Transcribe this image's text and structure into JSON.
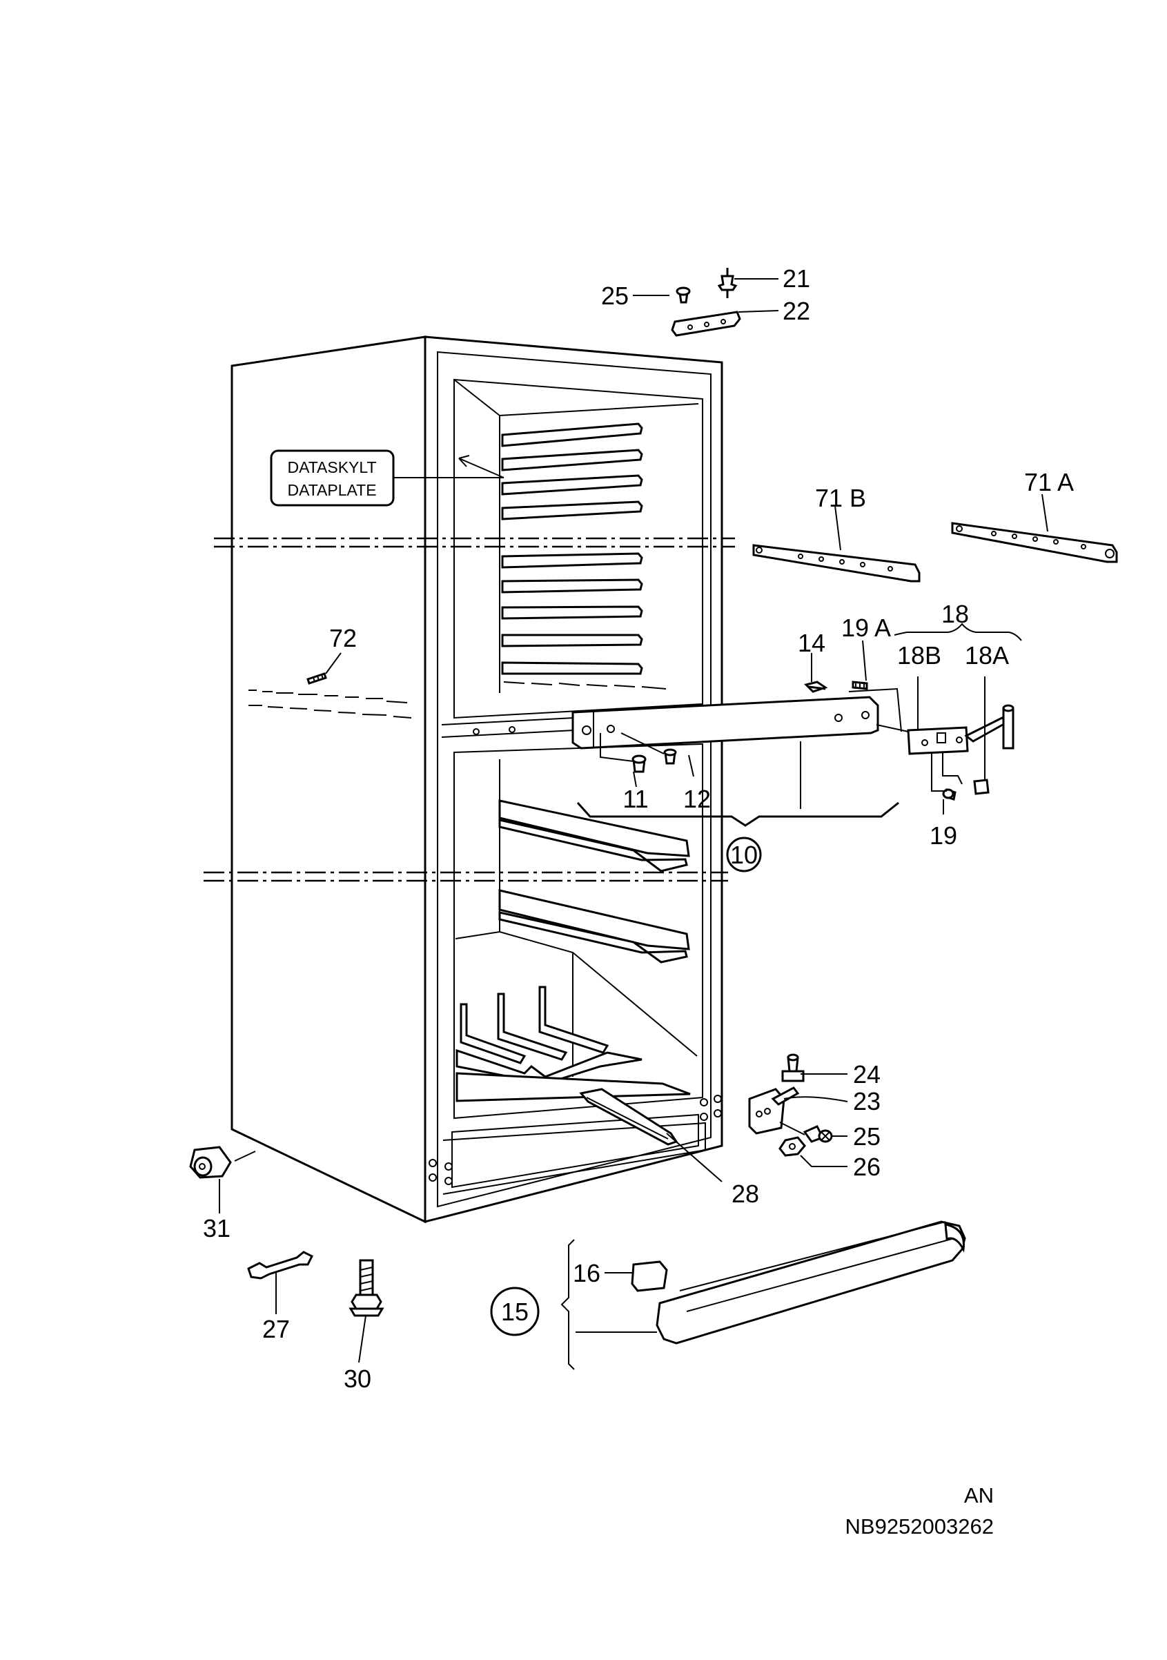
{
  "diagram": {
    "plate_label": [
      "DATASKYLT",
      "DATAPLATE"
    ],
    "callouts": {
      "c25_top": "25",
      "c21": "21",
      "c22": "22",
      "c71B": "71 B",
      "c71A": "71 A",
      "c18": "18",
      "c19A": "19 A",
      "c14": "14",
      "c18B": "18B",
      "c18A": "18A",
      "c72": "72",
      "c11": "11",
      "c12": "12",
      "c19": "19",
      "c10": "10",
      "c24": "24",
      "c23": "23",
      "c25_bot": "25",
      "c26": "26",
      "c28": "28",
      "c31": "31",
      "c16": "16",
      "c15": "15",
      "c27": "27",
      "c30": "30"
    },
    "footer": {
      "code": "AN",
      "doc_number": "NB9252003262"
    }
  }
}
